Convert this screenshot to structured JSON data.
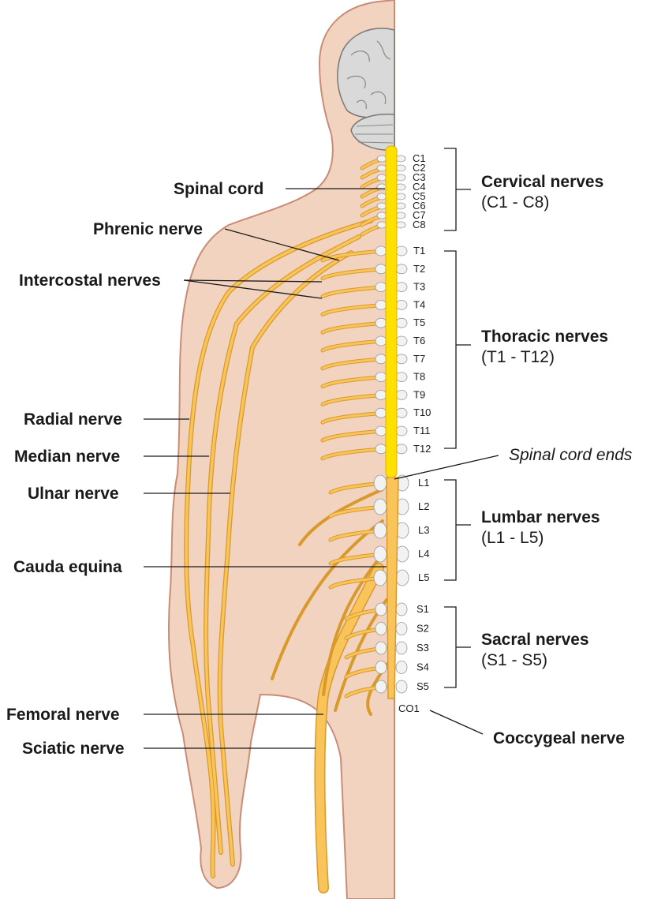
{
  "labels_left": {
    "spinal_cord": "Spinal cord",
    "phrenic_nerve": "Phrenic nerve",
    "intercostal_nerves": "Intercostal nerves",
    "radial_nerve": "Radial nerve",
    "median_nerve": "Median nerve",
    "ulnar_nerve": "Ulnar nerve",
    "cauda_equina": "Cauda equina",
    "femoral_nerve": "Femoral nerve",
    "sciatic_nerve": "Sciatic nerve"
  },
  "groups": {
    "cervical": {
      "title": "Cervical nerves",
      "range": "(C1 - C8)"
    },
    "thoracic": {
      "title": "Thoracic nerves",
      "range": "(T1 - T12)"
    },
    "lumbar": {
      "title": "Lumbar nerves",
      "range": "(L1 - L5)"
    },
    "sacral": {
      "title": "Sacral nerves",
      "range": "(S1 - S5)"
    },
    "coccygeal": {
      "title": "Coccygeal nerve"
    }
  },
  "spinal_cord_ends": "Spinal cord ends",
  "segments": {
    "cervical": [
      "C1",
      "C2",
      "C3",
      "C4",
      "C5",
      "C6",
      "C7",
      "C8"
    ],
    "thoracic": [
      "T1",
      "T2",
      "T3",
      "T4",
      "T5",
      "T6",
      "T7",
      "T8",
      "T9",
      "T10",
      "T11",
      "T12"
    ],
    "lumbar": [
      "L1",
      "L2",
      "L3",
      "L4",
      "L5"
    ],
    "sacral": [
      "S1",
      "S2",
      "S3",
      "S4",
      "S5"
    ],
    "coccygeal": [
      "CO1"
    ]
  },
  "colors": {
    "skin": "#f1d3bf",
    "skin_outline": "#c98c76",
    "nerve": "#f9c45a",
    "nerve_outline": "#d99a2b",
    "spinal_cord": "#ffe100",
    "brain": "#d9d9d9",
    "vertebra": "#f2f2f2"
  }
}
